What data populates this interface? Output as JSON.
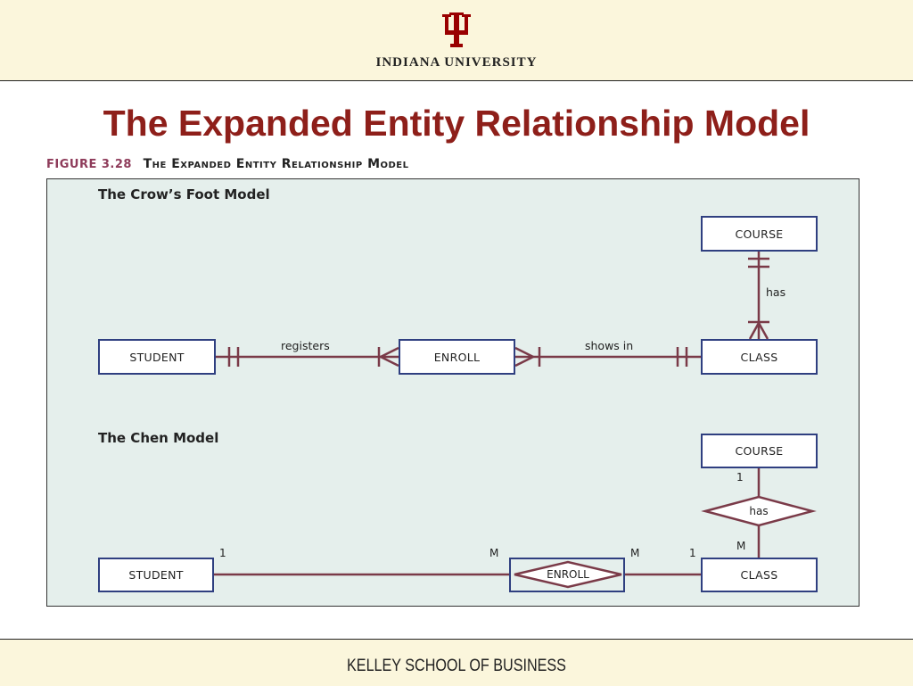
{
  "header": {
    "university": "INDIANA UNIVERSITY",
    "logo": "iu-trident-logo",
    "logo_color": "#990000"
  },
  "slide": {
    "title": "The Expanded Entity Relationship Model"
  },
  "figure": {
    "number": "FIGURE 3.28",
    "caption": "The Expanded Entity Relationship Model"
  },
  "crows_foot": {
    "heading": "The Crow’s Foot Model",
    "entities": {
      "student": "STUDENT",
      "enroll": "ENROLL",
      "class": "CLASS",
      "course": "COURSE"
    },
    "relationships": {
      "registers": "registers",
      "shows_in": "shows in",
      "has": "has"
    }
  },
  "chen": {
    "heading": "The Chen Model",
    "entities": {
      "student": "STUDENT",
      "class": "CLASS",
      "course": "COURSE"
    },
    "relationships": {
      "enroll": "ENROLL",
      "has": "has"
    },
    "cardinalities": {
      "student_side": "1",
      "enroll_left": "M",
      "enroll_right": "M",
      "class_side": "1",
      "course_side": "1",
      "class_top": "M"
    }
  },
  "colors": {
    "title": "#8e1f1a",
    "entity_border": "#2f3f80",
    "connector": "#7a3a48",
    "panel": "#e5efec",
    "band": "#fbf6dc"
  },
  "footer": {
    "school": "KELLEY SCHOOL OF BUSINESS"
  }
}
